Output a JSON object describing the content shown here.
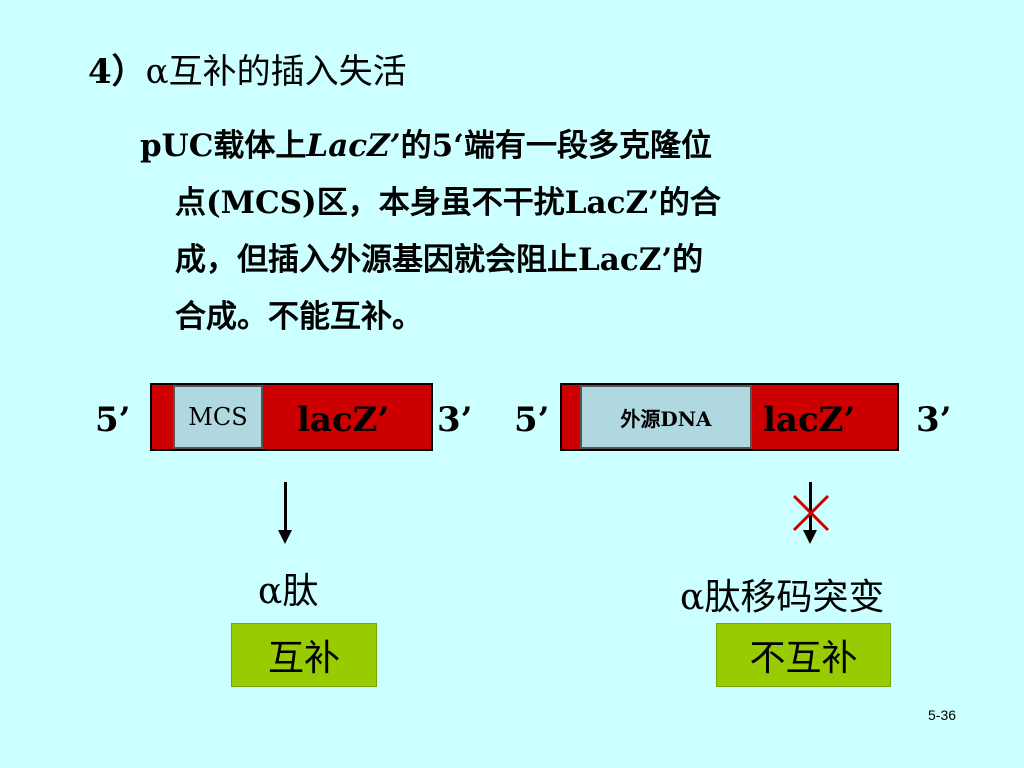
{
  "heading": {
    "number": "4）",
    "alpha": "α",
    "text": "互补的插入失活"
  },
  "paragraph": {
    "prefix": "pUC载体上",
    "lacz_italic": "LacZ’",
    "rest_line1": "的5‘端有一段多克隆位",
    "line2": "点(MCS)区，本身虽不干扰LacZ’的合",
    "line3": "成，但插入外源基因就会阻止LacZ’的",
    "line4": "合成。不能互补。"
  },
  "left_construct": {
    "five_prime": "5’",
    "three_prime": "3’",
    "insert_label": "MCS",
    "gene_label": "lacZ’"
  },
  "right_construct": {
    "five_prime": "5’",
    "three_prime": "3’",
    "insert_label": "外源DNA",
    "gene_label": "lacZ’"
  },
  "left_result": {
    "alpha": "α",
    "product": "肽",
    "box_label": "互补"
  },
  "right_result": {
    "alpha": "α",
    "product": "肽移码突变",
    "box_label": "不互补",
    "blocked_mark": "cross-icon"
  },
  "colors": {
    "background": "#CCFFFF",
    "gene_red": "#CC0000",
    "insert_blue": "#B0D8E0",
    "result_green": "#99CC00",
    "cross_red": "#CC0000"
  },
  "footer": {
    "page_number": "5-36"
  }
}
